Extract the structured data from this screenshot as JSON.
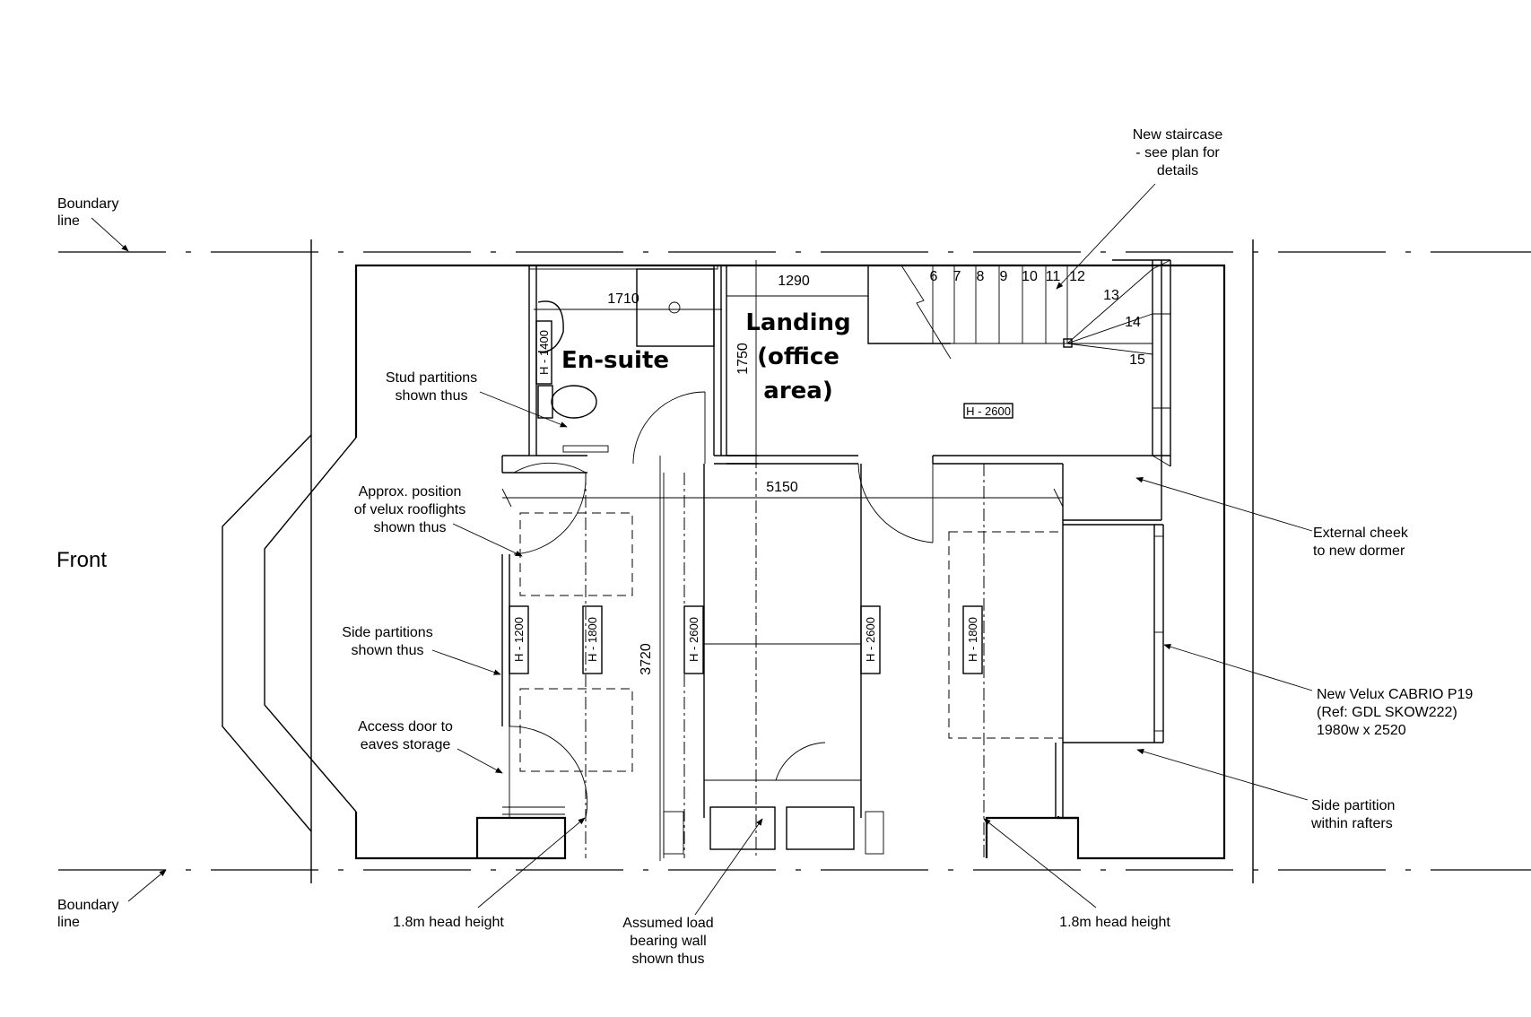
{
  "labels": {
    "boundary_top": [
      "Boundary",
      "line"
    ],
    "boundary_bottom": [
      "Boundary",
      "line"
    ],
    "front": "Front",
    "new_staircase": [
      "New staircase",
      "- see plan for",
      "details"
    ],
    "stud_partitions": [
      "Stud partitions",
      "shown thus"
    ],
    "velux_rooflights": [
      "Approx. position",
      "of velux rooflights",
      "shown thus"
    ],
    "side_partitions": [
      "Side partitions",
      "shown thus"
    ],
    "access_door": [
      "Access door to",
      "eaves storage"
    ],
    "head_height_left": "1.8m head height",
    "load_bearing": [
      "Assumed load",
      "bearing wall",
      "shown thus"
    ],
    "head_height_right": "1.8m head height",
    "external_cheek": [
      "External cheek",
      "to new dormer"
    ],
    "new_velux": [
      "New Velux CABRIO P19",
      "(Ref: GDL SKOW222)",
      "1980w x 2520"
    ],
    "side_partition_rafters": [
      "Side partition",
      "within rafters"
    ]
  },
  "rooms": {
    "ensuite": "En-suite",
    "landing": [
      "Landing",
      "(office",
      "area)"
    ]
  },
  "dimensions": {
    "d1710": "1710",
    "d1290": "1290",
    "d1750": "1750",
    "d5150": "5150",
    "d3720": "3720"
  },
  "stair_steps": [
    "6",
    "7",
    "8",
    "9",
    "10",
    "11",
    "12",
    "13",
    "14",
    "15"
  ],
  "height_tags": {
    "ensuite": "H - 1400",
    "landing": "H - 2600",
    "h1200": "H - 1200",
    "h1800a": "H - 1800",
    "h2600a": "H - 2600",
    "h2600b": "H - 2600",
    "h1800b": "H - 1800"
  }
}
